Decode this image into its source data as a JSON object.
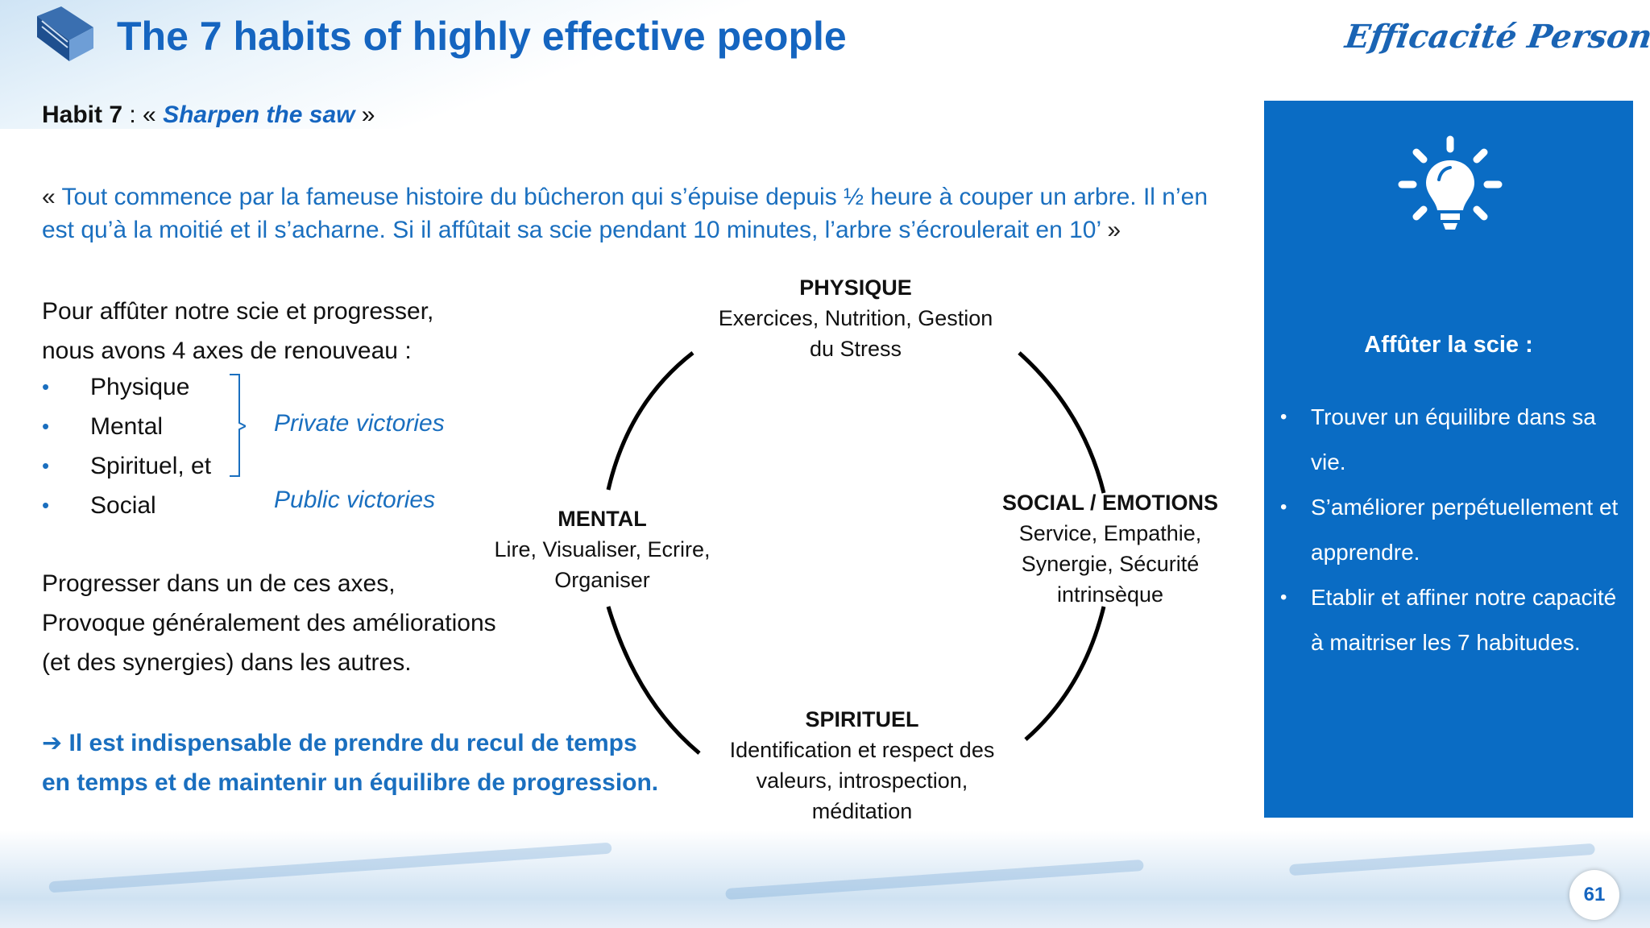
{
  "header": {
    "title": "The 7 habits of highly effective people",
    "brand": "Efficacité Personnelle"
  },
  "habit": {
    "label": "Habit 7",
    "separator": " : « ",
    "name": "Sharpen the saw",
    "close": " »"
  },
  "quote": {
    "open": "« ",
    "text": "Tout commence par la fameuse histoire du bûcheron qui s’épuise depuis ½ heure à couper un arbre. Il n’en est qu’à la moitié et il s’acharne. Si il affûtait sa scie pendant 10 minutes, l’arbre s’écroulerait en 10’",
    "close": " »"
  },
  "intro": {
    "line1": "Pour affûter notre scie et progresser,",
    "line2": "nous avons 4 axes de renouveau :"
  },
  "axes": [
    "Physique",
    "Mental",
    "Spirituel, et",
    "Social"
  ],
  "victories": {
    "private": "Private victories",
    "public": "Public victories"
  },
  "progress": {
    "line1": "Progresser dans un de ces axes,",
    "line2": "Provoque généralement des améliorations",
    "line3": "(et des synergies) dans les autres."
  },
  "conclusion": {
    "line1": "Il est indispensable de prendre du recul de temps",
    "line2": "en temps et de maintenir un équilibre de progression."
  },
  "cycle": {
    "physique": {
      "head": "PHYSIQUE",
      "l1": "Exercices, Nutrition, Gestion",
      "l2": "du Stress"
    },
    "mental": {
      "head": "MENTAL",
      "l1": "Lire, Visualiser, Ecrire,",
      "l2": "Organiser"
    },
    "social": {
      "head": "SOCIAL / EMOTIONS",
      "l1": "Service, Empathie,",
      "l2": "Synergie, Sécurité",
      "l3": "intrinsèque"
    },
    "spirituel": {
      "head": "SPIRITUEL",
      "l1": "Identification et respect des",
      "l2": "valeurs, introspection,",
      "l3": "méditation"
    }
  },
  "panel": {
    "title": "Affûter la scie :",
    "items": [
      "Trouver un équilibre dans sa vie.",
      "S’améliorer perpétuellement et apprendre.",
      "Etablir et affiner notre capacité à maitriser les 7 habitudes."
    ],
    "bg_color": "#0a6cc4"
  },
  "page": {
    "number": "61"
  },
  "colors": {
    "accent": "#1565c0",
    "text": "#111111"
  }
}
